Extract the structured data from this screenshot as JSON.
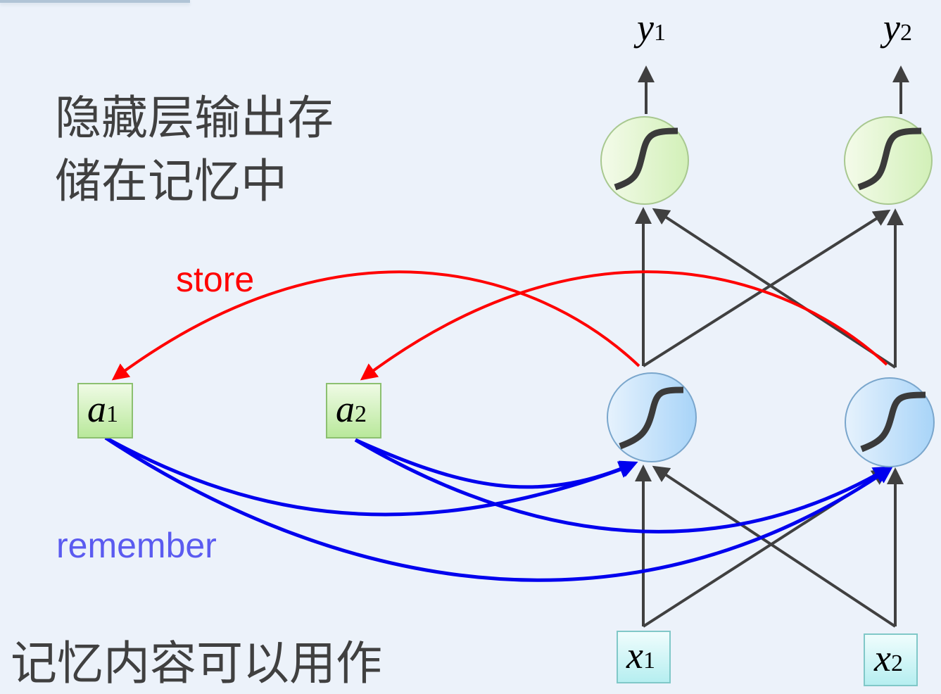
{
  "text": {
    "heading_line1": "隐藏层输出存",
    "heading_line2": "储在记忆中",
    "bottom": "记忆内容可以用作",
    "store": "store",
    "remember": "remember"
  },
  "nodes": {
    "y1": {
      "var": "y",
      "sub": "1"
    },
    "y2": {
      "var": "y",
      "sub": "2"
    },
    "x1": {
      "var": "x",
      "sub": "1"
    },
    "x2": {
      "var": "x",
      "sub": "2"
    },
    "a1": {
      "var": "a",
      "sub": "1"
    },
    "a2": {
      "var": "a",
      "sub": "2"
    }
  },
  "colors": {
    "store": "#ff0000",
    "remember_arrow": "#0000ee",
    "remember_label": "#5b5bf0",
    "edge": "#404040"
  }
}
